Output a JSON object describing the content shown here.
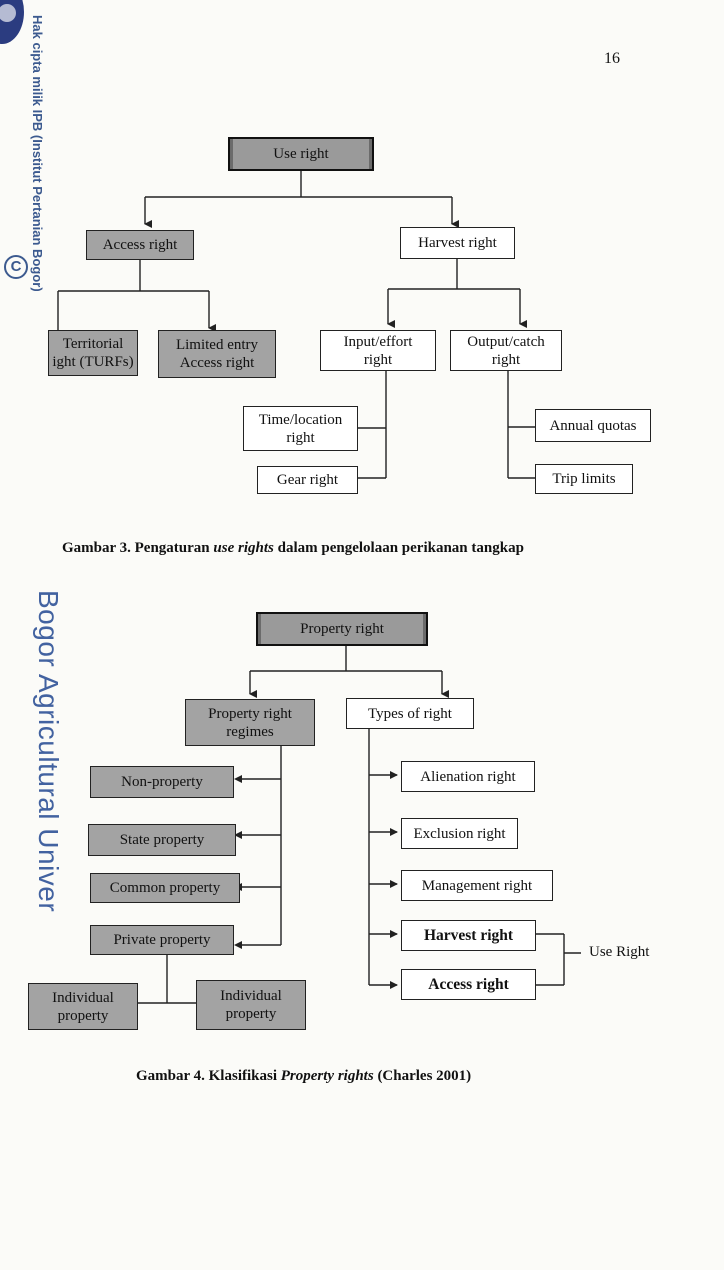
{
  "page_number": "16",
  "watermark": {
    "copyright": "C",
    "line1": "Hak cipta milik IPB (Institut Pertanian Bogor)",
    "line2": "Bogor Agricultural Univer"
  },
  "figure3": {
    "root": "Use right",
    "access": "Access right",
    "harvest": "Harvest right",
    "territorial_1": "Territorial",
    "territorial_2": "ight (TURFs)",
    "limited_1": "Limited entry",
    "limited_2": "Access right",
    "input_1": "Input/effort",
    "input_2": "right",
    "output_1": "Output/catch",
    "output_2": "right",
    "time_1": "Time/location",
    "time_2": "right",
    "gear": "Gear right",
    "annual": "Annual quotas",
    "trip": "Trip limits",
    "caption_before": "Gambar 3. Pengaturan",
    "caption_italic": "use rights",
    "caption_after": "dalam pengelolaan perikanan tangkap"
  },
  "figure4": {
    "root": "Property right",
    "regimes_1": "Property right",
    "regimes_2": "regimes",
    "types": "Types of right",
    "non_property": "Non-property",
    "state_property": "State property",
    "common_property": "Common property",
    "private_property": "Private property",
    "individual_a_1": "Individual",
    "individual_a_2": "property",
    "individual_b_1": "Individual",
    "individual_b_2": "property",
    "alienation": "Alienation right",
    "exclusion": "Exclusion right",
    "management": "Management right",
    "harvest": "Harvest right",
    "access": "Access right",
    "use_right": "Use Right",
    "caption_before": "Gambar 4. Klasifikasi",
    "caption_italic": "Property rights",
    "caption_after": "(Charles 2001)"
  }
}
